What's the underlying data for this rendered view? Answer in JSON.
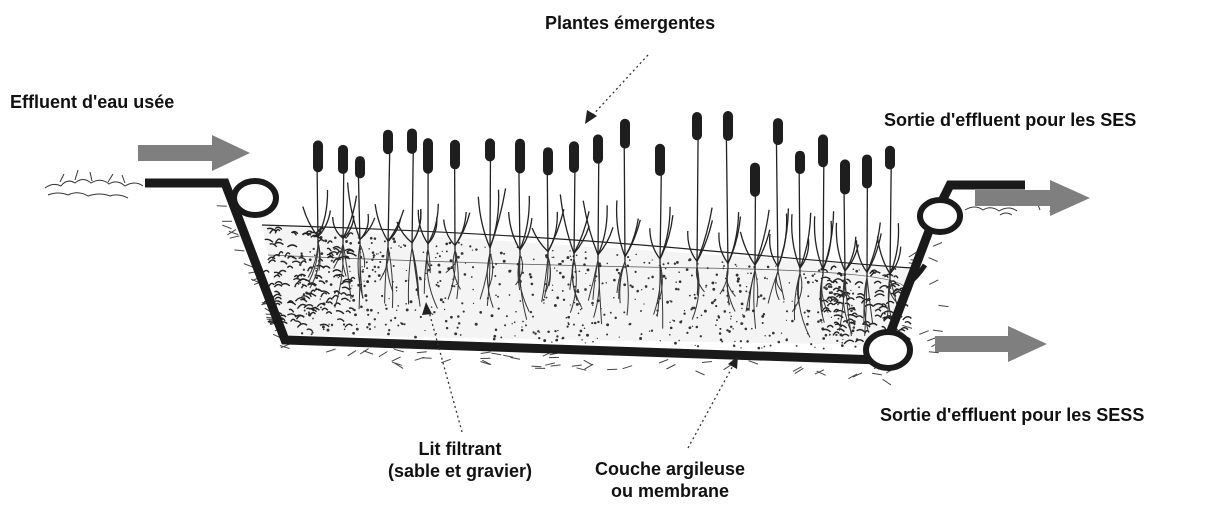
{
  "labels": {
    "plants": "Plantes émergentes",
    "inflow": "Effluent d'eau usée",
    "outflow_ses": "Sortie d'effluent pour les SES",
    "outflow_sess": "Sortie d'effluent pour les SESS",
    "filter_bed_line1": "Lit filtrant",
    "filter_bed_line2": "(sable et gravier)",
    "liner_line1": "Couche argileuse",
    "liner_line2": "ou membrane"
  },
  "colors": {
    "outline": "#1a1a1a",
    "arrow": "#7f7f7f",
    "text": "#111111"
  }
}
